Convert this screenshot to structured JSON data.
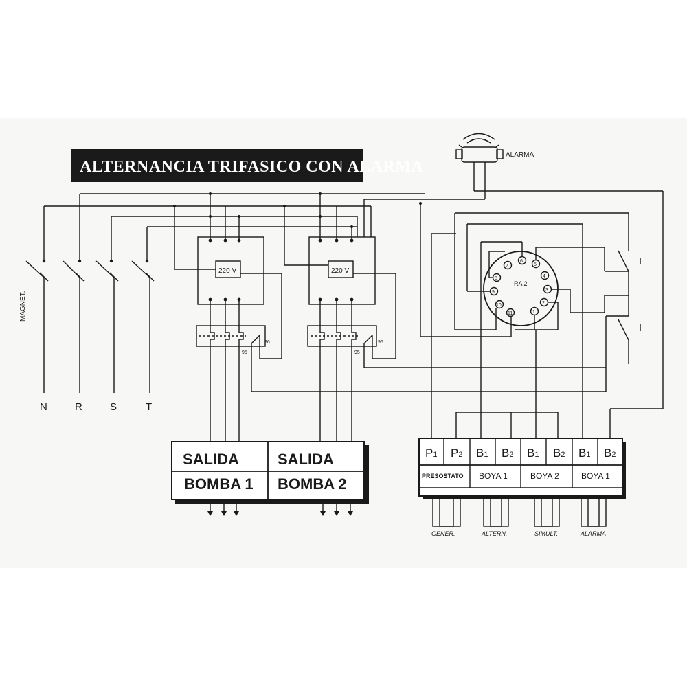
{
  "title": "ALTERNANCIA TRIFASICO CON ALARMA",
  "alarm_label": "ALARMA",
  "magnet_label": "MAGNET.",
  "phases": [
    "N",
    "R",
    "S",
    "T"
  ],
  "coil_voltage": "220 V",
  "overload_contacts": [
    "95",
    "96"
  ],
  "relay_label": "RA 2",
  "relay_pins": [
    "1",
    "2",
    "3",
    "4",
    "5",
    "6",
    "7",
    "8",
    "9",
    "10",
    "11"
  ],
  "outputs": {
    "row1": [
      "SALIDA",
      "SALIDA"
    ],
    "row2": [
      "BOMBA 1",
      "BOMBA 2"
    ]
  },
  "terminals": {
    "row1": [
      {
        "main": "P",
        "sub": "1"
      },
      {
        "main": "P",
        "sub": "2"
      },
      {
        "main": "B",
        "sub": "1"
      },
      {
        "main": "B",
        "sub": "2"
      },
      {
        "main": "B",
        "sub": "1"
      },
      {
        "main": "B",
        "sub": "2"
      },
      {
        "main": "B",
        "sub": "1"
      },
      {
        "main": "B",
        "sub": "2"
      }
    ],
    "row2": [
      "PRESOSTATO",
      "BOYA 1",
      "BOYA 2",
      "BOYA 1"
    ]
  },
  "modes": [
    "GENER.",
    "ALTERN.",
    "SIMULT.",
    "ALARMA"
  ],
  "colors": {
    "ink": "#1a1a1a",
    "paper": "#f7f7f5",
    "title_bg": "#1a1a1a"
  }
}
